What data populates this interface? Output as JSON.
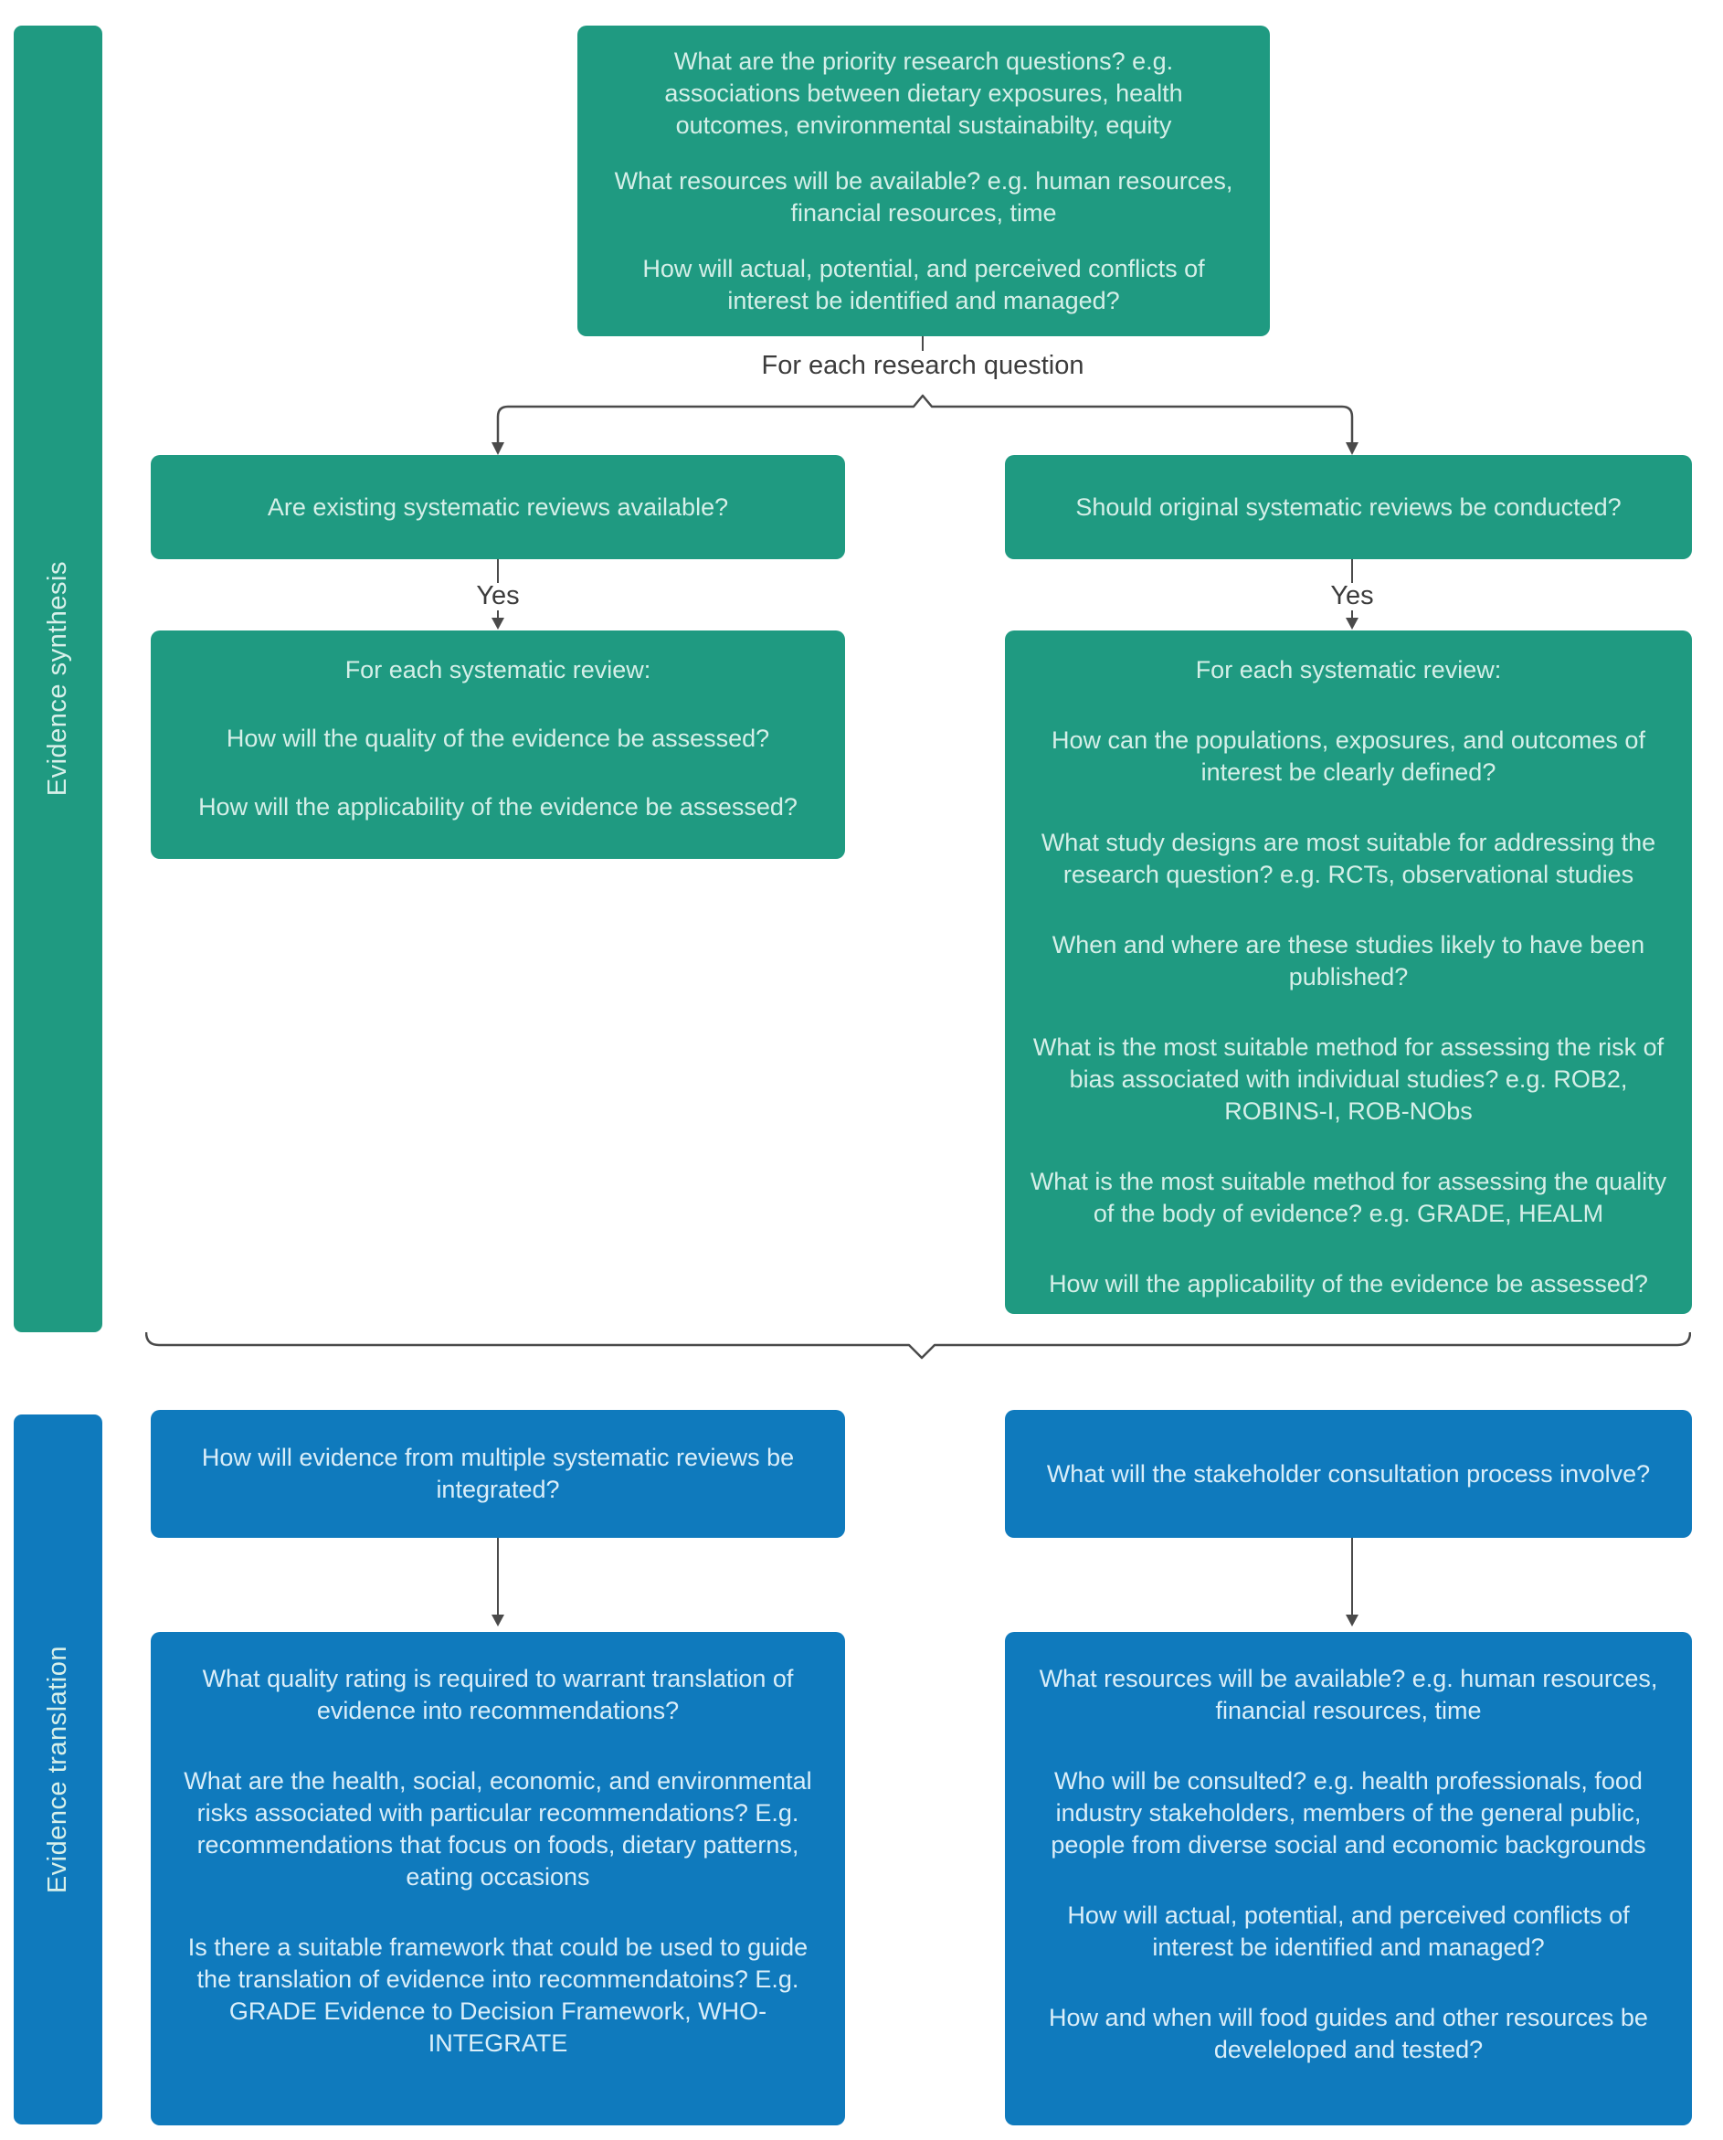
{
  "colors": {
    "green": "#1F9A81",
    "blue": "#0F7ABD",
    "text_on_green": "#D5EFE8",
    "text_on_blue": "#DAEEF9",
    "connector": "#4A4A4A",
    "connector_label": "#3C3C3C"
  },
  "sidebars": {
    "synthesis": {
      "label": "Evidence synthesis"
    },
    "translation": {
      "label": "Evidence translation"
    }
  },
  "top_box": {
    "paragraphs": [
      "What are the priority research questions? e.g. associations between dietary exposures, health outcomes, environmental sustainabilty, equity",
      "What resources will be available? e.g. human resources, financial resources, time",
      "How will actual, potential, and perceived conflicts of interest be identified and managed?"
    ]
  },
  "labels": {
    "for_each_research_question": "For each research question",
    "yes": "Yes"
  },
  "synthesis": {
    "left": {
      "question": "Are existing systematic reviews available?",
      "details": [
        "For each systematic review:",
        "How will the quality of the evidence be assessed?",
        "How will the applicability of the evidence be assessed?"
      ]
    },
    "right": {
      "question": "Should original systematic reviews be conducted?",
      "details": [
        "For each systematic review:",
        "How can the populations, exposures, and outcomes of interest be clearly defined?",
        "What study designs are most suitable for addressing the research question? e.g. RCTs, observational studies",
        "When and where are these studies likely to have been published?",
        "What is the most suitable method for assessing the risk of bias associated with individual studies? e.g. ROB2, ROBINS-I, ROB-NObs",
        "What is the most suitable method for assessing the quality of the body of evidence? e.g. GRADE, HEALM",
        "How will the applicability of the evidence be assessed?"
      ]
    }
  },
  "translation": {
    "left": {
      "question": "How will evidence from multiple systematic reviews be integrated?",
      "details": [
        "What quality rating is required to warrant translation of evidence into recommendations?",
        "What are the health, social, economic, and environmental risks associated with particular recommendations? E.g. recommendations that focus on foods, dietary patterns, eating occasions",
        "Is there a suitable framework that could be used to guide the translation of evidence into recommendatoins? E.g. GRADE Evidence to Decision Framework, WHO-INTEGRATE"
      ]
    },
    "right": {
      "question": "What will the stakeholder consultation process involve?",
      "details": [
        "What resources will be available? e.g. human resources, financial resources, time",
        "Who will be consulted? e.g. health professionals, food industry stakeholders, members of the general public, people from diverse social and economic backgrounds",
        "How will actual, potential, and perceived conflicts of interest be identified and managed?",
        "How and when will food guides and other resources be develeloped and tested?"
      ]
    }
  }
}
